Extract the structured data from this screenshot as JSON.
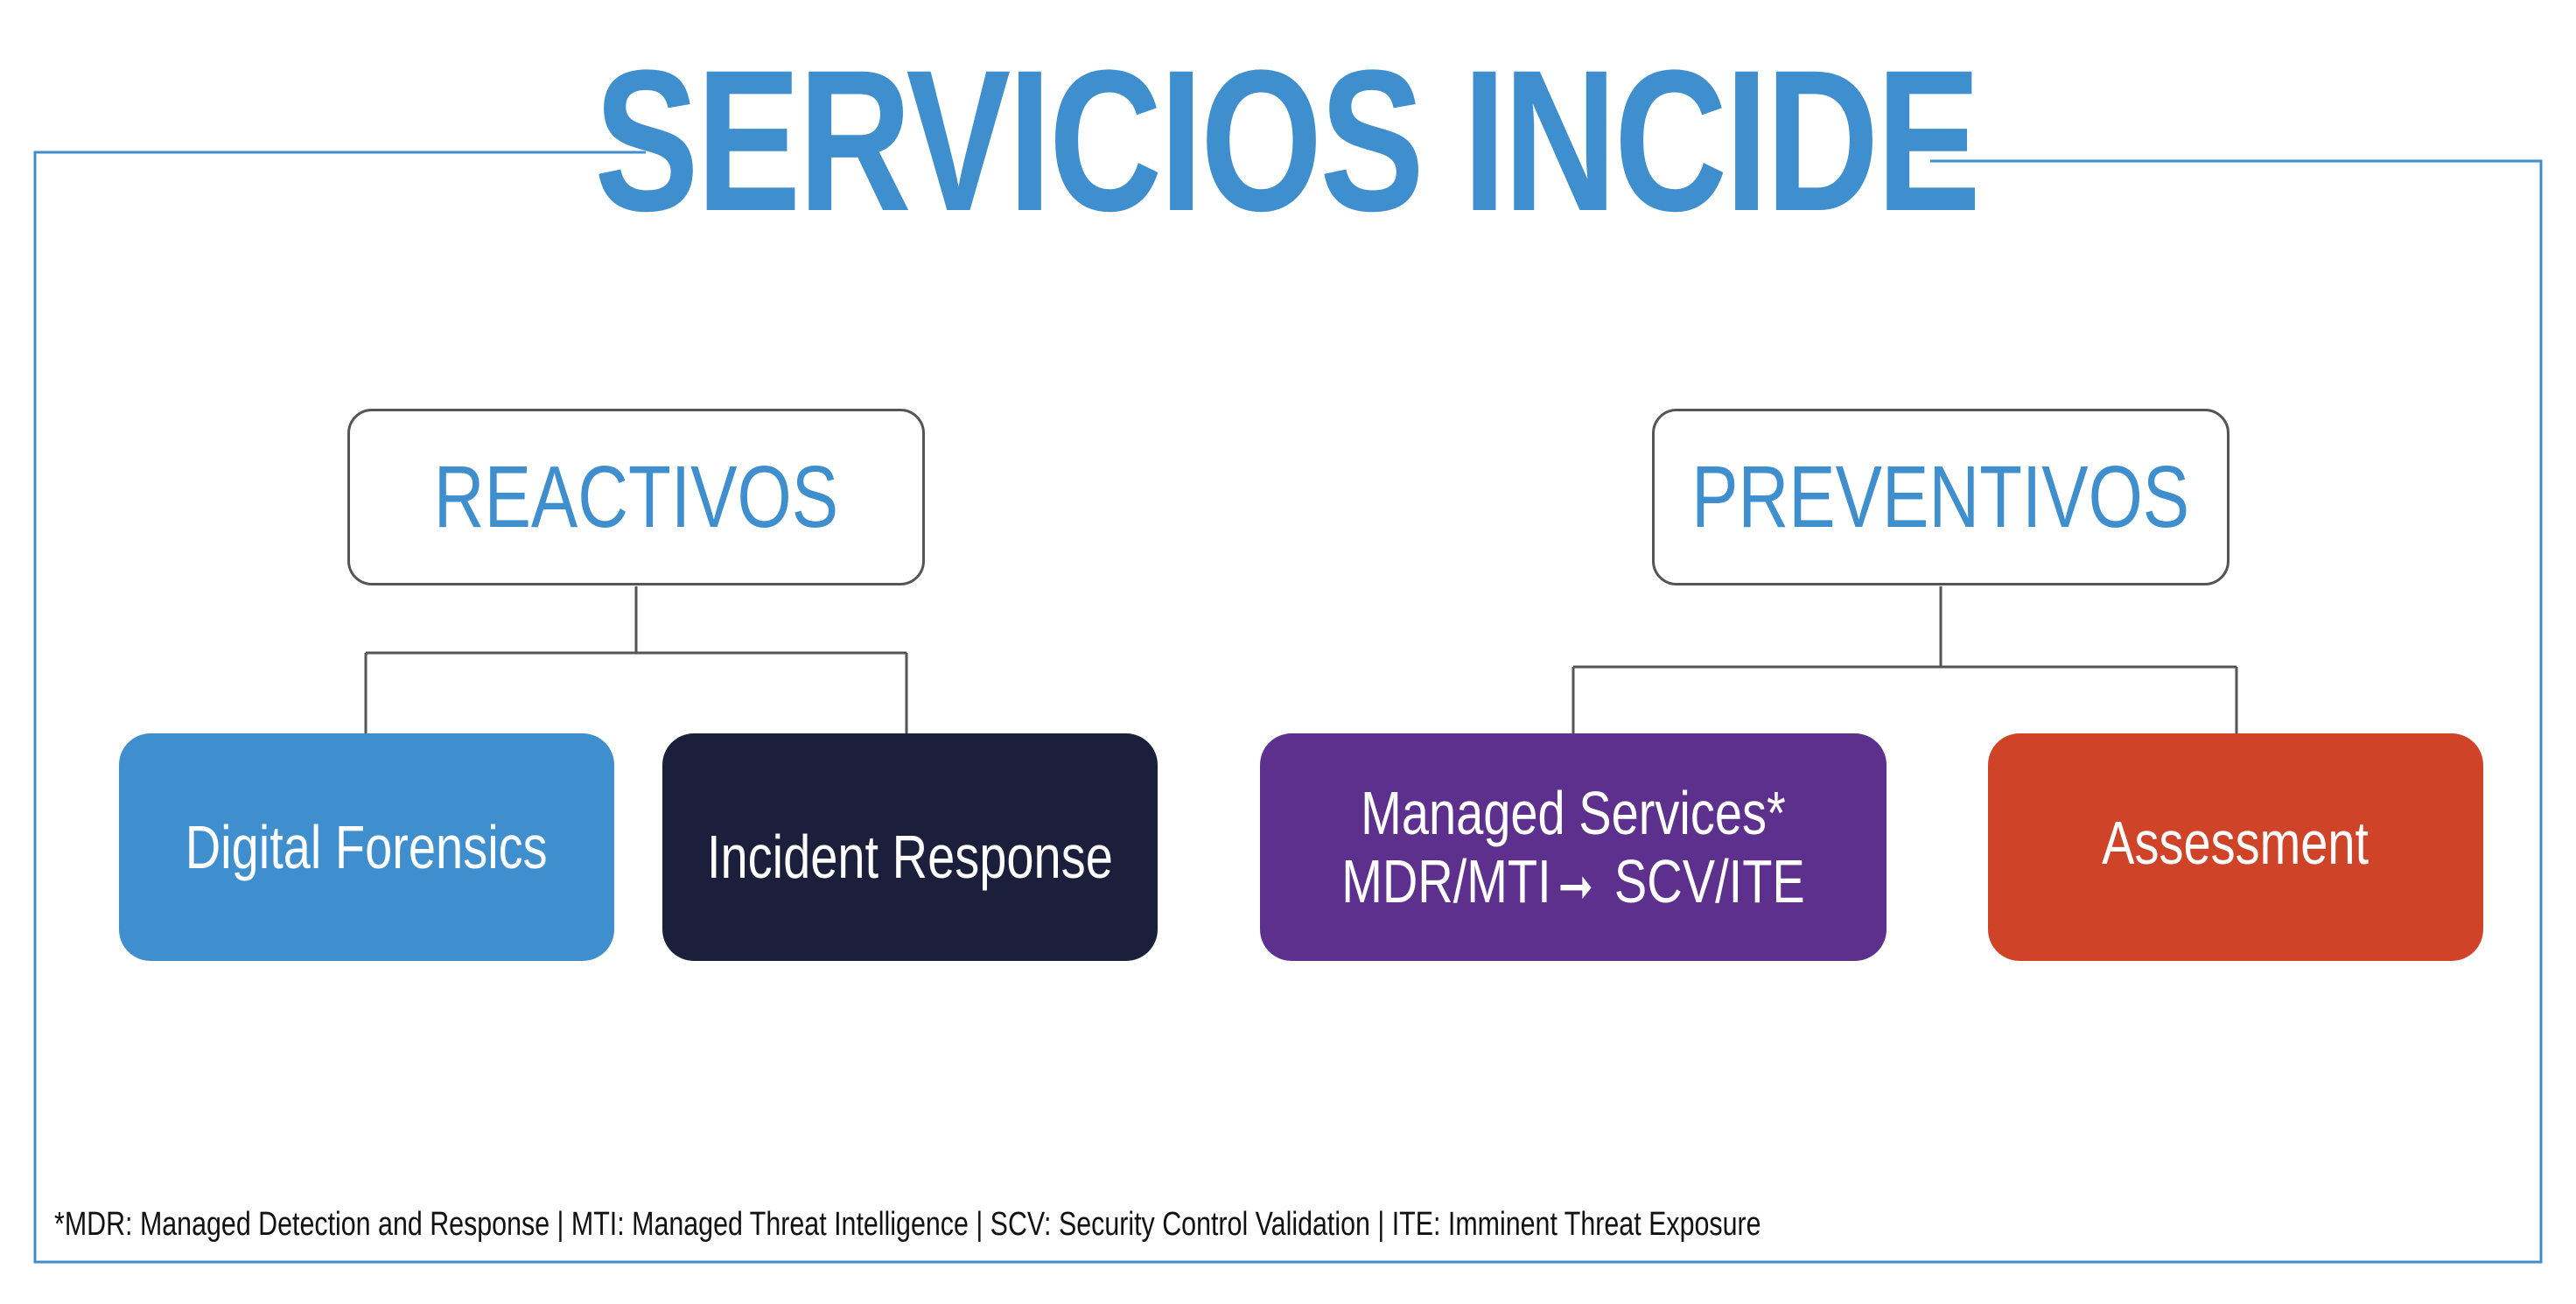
{
  "title": "SERVICIOS INCIDE",
  "colors": {
    "accent": "#3f8ecd",
    "frame": "#3f8ecd",
    "connector": "#555555",
    "digital_forensics": "#3f8ecd",
    "incident_response": "#1c1f3b",
    "managed_services": "#5e308e",
    "assessment": "#cf4428"
  },
  "categories": {
    "reactivos": {
      "label": "REACTIVOS",
      "services": {
        "digital_forensics": "Digital Forensics",
        "incident_response": "Incident Response"
      }
    },
    "preventivos": {
      "label": "PREVENTIVOS",
      "services": {
        "managed_services": {
          "line1": "Managed Services*",
          "line2_left": "MDR/MTI",
          "line2_right": "SCV/ITE"
        },
        "assessment": "Assessment"
      }
    }
  },
  "footnote": "*MDR: Managed Detection and Response | MTI: Managed Threat Intelligence | SCV: Security Control Validation | ITE: Imminent Threat Exposure"
}
